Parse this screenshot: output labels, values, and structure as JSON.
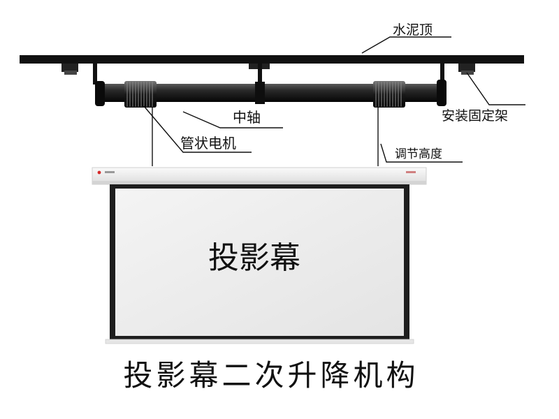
{
  "labels": {
    "ceiling": "水泥顶",
    "shaft": "中轴",
    "motor": "管状电机",
    "bracket": "安装固定架",
    "adjust": "调节高度",
    "screen": "投影幕"
  },
  "caption": "投影幕二次升降机构",
  "colors": {
    "structure": "#111111",
    "screen_frame": "#1e1e1e",
    "screen_surface": "#efefef",
    "roller_housing": "#f3f3f3",
    "logo_red": "#d62a2a"
  }
}
